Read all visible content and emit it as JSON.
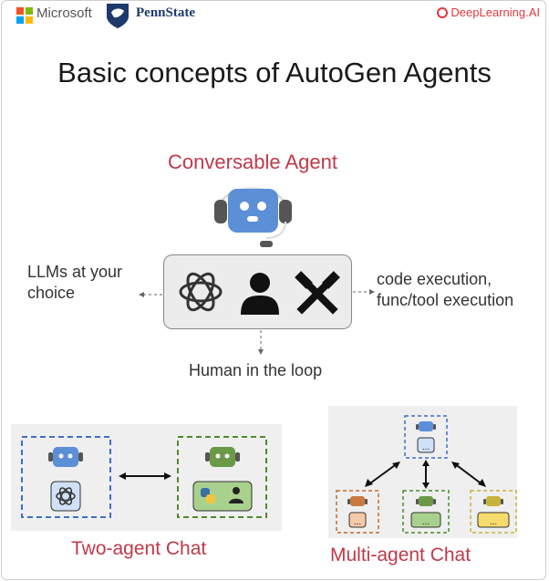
{
  "header": {
    "microsoft_label": "Microsoft",
    "pennstate_label": "PennState",
    "deeplearning_label": "DeepLearning.AI"
  },
  "slide": {
    "title": "Basic concepts of AutoGen Agents",
    "agent_title": "Conversable Agent",
    "llm_label": "LLMs at your choice",
    "tools_label": "code execution, func/tool execution",
    "human_label": "Human in the loop",
    "two_agent_caption": "Two-agent Chat",
    "multi_agent_caption": "Multi-agent Chat",
    "ellipsis": "..."
  },
  "colors": {
    "accent_red": "#c0394a",
    "robot_blue": "#5b8fd6",
    "robot_green": "#6a9a48",
    "robot_orange": "#c97a3e",
    "robot_yellow": "#c9b23a"
  }
}
